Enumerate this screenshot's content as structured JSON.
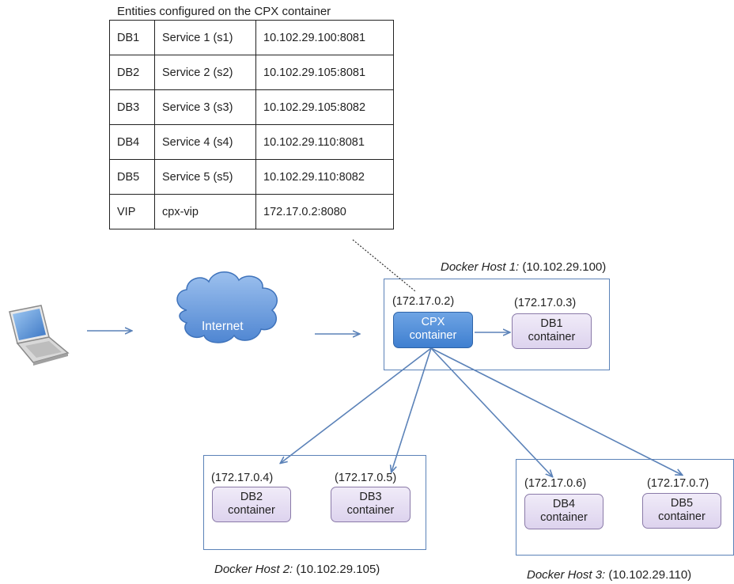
{
  "table": {
    "caption": "Entities configured on the CPX container",
    "rows": [
      [
        "DB1",
        "Service 1 (s1)",
        "10.102.29.100:8081"
      ],
      [
        "DB2",
        "Service 2 (s2)",
        "10.102.29.105:8081"
      ],
      [
        "DB3",
        "Service 3 (s3)",
        "10.102.29.105:8082"
      ],
      [
        "DB4",
        "Service 4 (s4)",
        "10.102.29.110:8081"
      ],
      [
        "DB5",
        "Service 5 (s5)",
        "10.102.29.110:8082"
      ],
      [
        "VIP",
        "cpx-vip",
        "172.17.0.2:8080"
      ]
    ]
  },
  "internet_label": "Internet",
  "hosts": {
    "host1": {
      "name": "Docker Host 1:",
      "ip": "(10.102.29.100)"
    },
    "host2": {
      "name": "Docker Host 2:",
      "ip": "(10.102.29.105)"
    },
    "host3": {
      "name": "Docker Host 3:",
      "ip": "(10.102.29.110)"
    }
  },
  "containers": {
    "cpx": {
      "ip": "(172.17.0.2)",
      "line1": "CPX",
      "line2": "container"
    },
    "db1": {
      "ip": "(172.17.0.3)",
      "line1": "DB1",
      "line2": "container"
    },
    "db2": {
      "ip": "(172.17.0.4)",
      "line1": "DB2",
      "line2": "container"
    },
    "db3": {
      "ip": "(172.17.0.5)",
      "line1": "DB3",
      "line2": "container"
    },
    "db4": {
      "ip": "(172.17.0.6)",
      "line1": "DB4",
      "line2": "container"
    },
    "db5": {
      "ip": "(172.17.0.7)",
      "line1": "DB5",
      "line2": "container"
    }
  },
  "colors": {
    "arrow": "#5b82b8",
    "cloud": "#5f93d6",
    "cpx": "#4a88d8",
    "container": "#e6def3",
    "host_border": "#5b82b8"
  },
  "icons": [
    "laptop-icon",
    "cloud-icon"
  ]
}
